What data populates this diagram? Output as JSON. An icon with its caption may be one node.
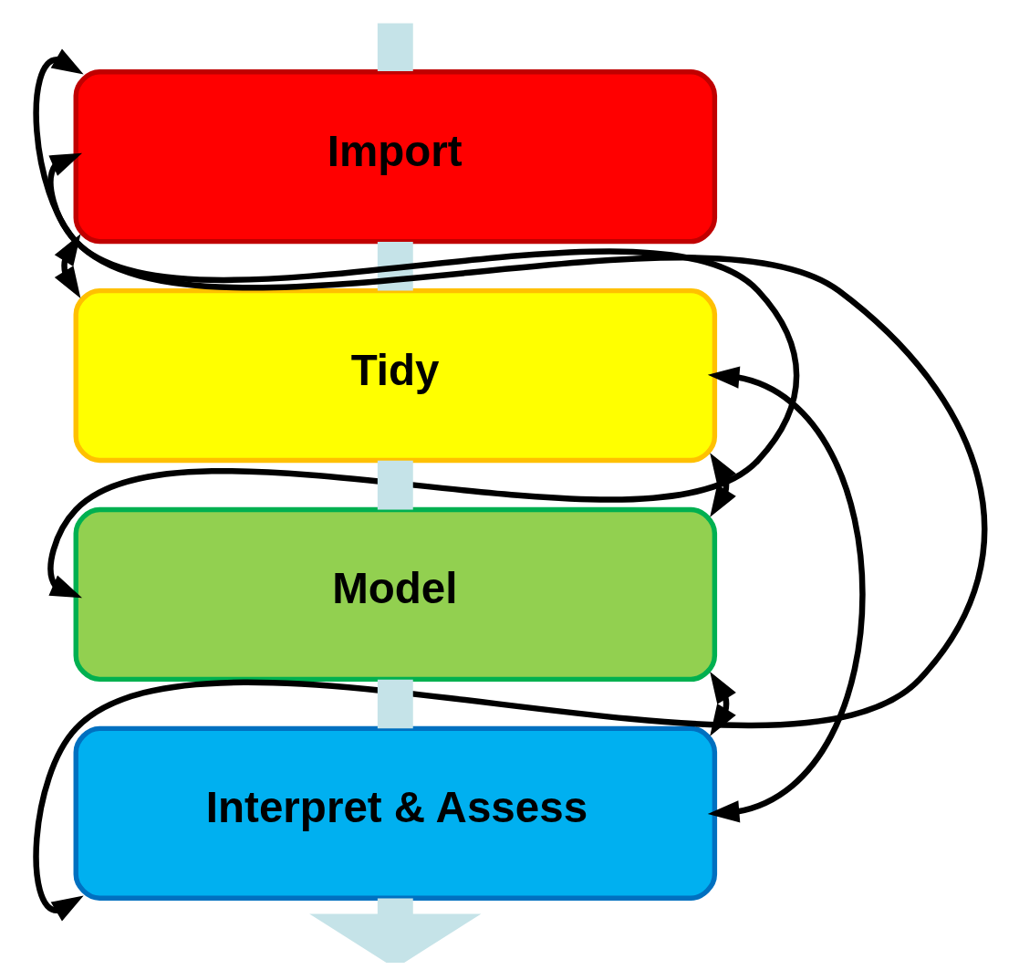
{
  "diagram": {
    "nodes": [
      {
        "text": [
          "Import"
        ]
      },
      {
        "text": [
          "Tidy"
        ]
      },
      {
        "text": [
          "Model"
        ]
      },
      {
        "text": [
          "Interpret & Assess"
        ]
      }
    ],
    "edges": [
      {
        "from": null,
        "to": 0,
        "arrow": "none",
        "style": "thick",
        "color": "#c5e3e8"
      },
      {
        "from": 0,
        "to": 1,
        "arrow": "none",
        "style": "thick",
        "color": "#c5e3e8"
      },
      {
        "from": 1,
        "to": 2,
        "arrow": "none",
        "style": "thick",
        "color": "#c5e3e8"
      },
      {
        "from": 2,
        "to": 3,
        "arrow": "none",
        "style": "thick",
        "color": "#c5e3e8"
      },
      {
        "from": 3,
        "to": null,
        "arrow": "to",
        "style": "thick",
        "color": "#c5e3e8"
      },
      {
        "from": 0,
        "to": 1,
        "arrow": "both"
      },
      {
        "from": 0,
        "to": 2,
        "arrow": "both"
      },
      {
        "from": 0,
        "to": 3,
        "arrow": "both"
      },
      {
        "from": 1,
        "to": 2,
        "arrow": "both"
      },
      {
        "from": 2,
        "to": 3,
        "arrow": "both"
      },
      {
        "from": 1,
        "to": 3,
        "arrow": "both"
      }
    ]
  }
}
